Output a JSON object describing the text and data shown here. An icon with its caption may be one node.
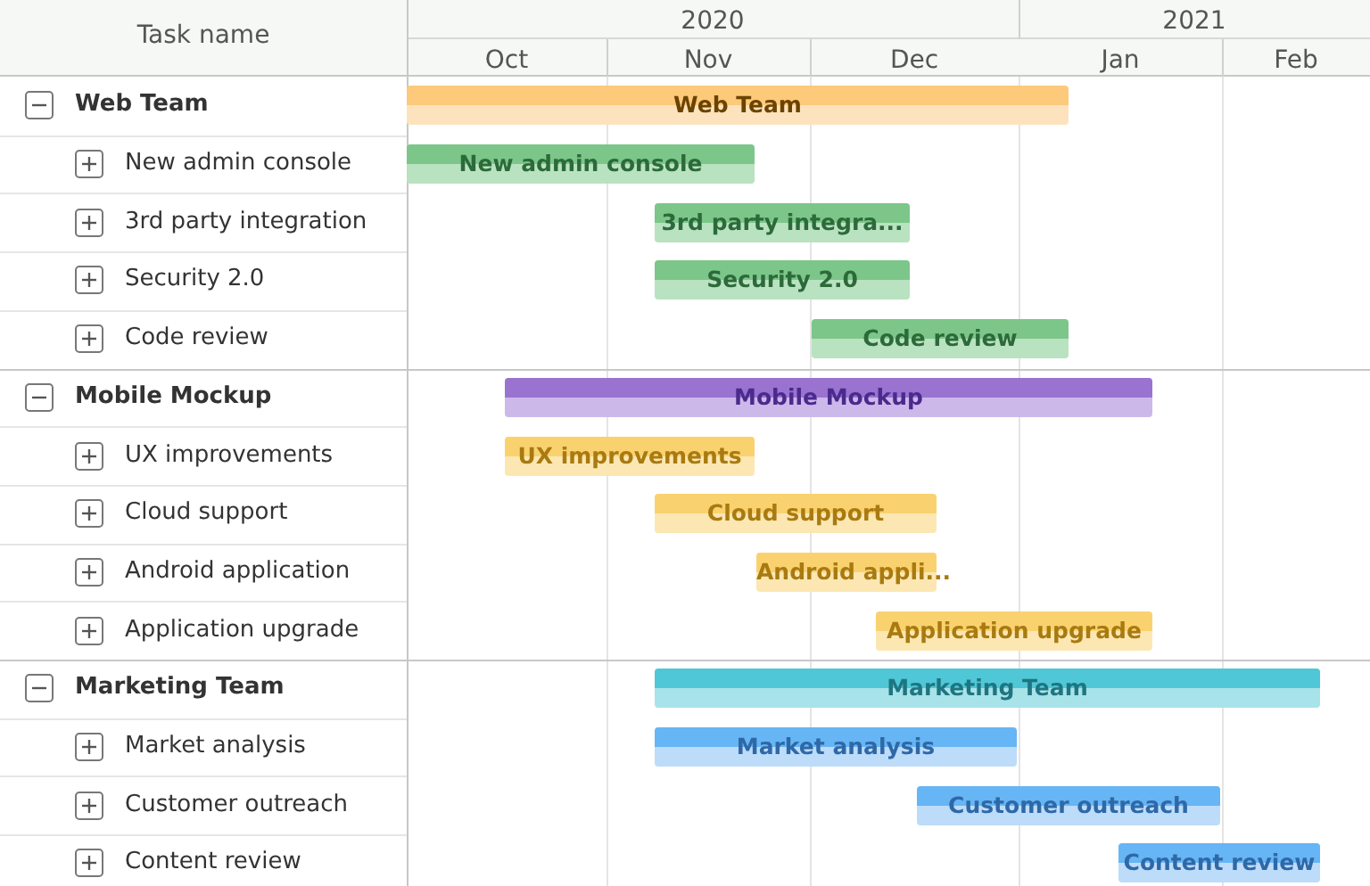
{
  "diagram": {
    "nodes": [
      {
        "text": [
          "Web Team"
        ]
      },
      {
        "text": [
          "New admin console"
        ]
      },
      {
        "text": [
          "3rd party integra..."
        ]
      },
      {
        "text": [
          "Security 2.0"
        ]
      },
      {
        "text": [
          "Code review"
        ]
      },
      {
        "text": [
          "Mobile Mockup"
        ]
      },
      {
        "text": [
          "UX improvements"
        ]
      },
      {
        "text": [
          "Cloud support"
        ]
      },
      {
        "text": [
          "Android appli..."
        ]
      },
      {
        "text": [
          "Application upgrade"
        ]
      },
      {
        "text": [
          "Marketing Team"
        ]
      },
      {
        "text": [
          "Market analysis"
        ]
      },
      {
        "text": [
          "Customer outreach"
        ]
      },
      {
        "text": [
          "Content review"
        ]
      }
    ],
    "labels": [
      "Task name",
      "2020",
      "2021",
      "Oct",
      "Nov",
      "Dec",
      "Jan",
      "Feb",
      "Web Team",
      "New admin console",
      "3rd party integration",
      "Security 2.0",
      "Code review",
      "Mobile Mockup",
      "UX improvements",
      "Cloud support",
      "Android application",
      "Application upgrade",
      "Marketing Team",
      "Market analysis",
      "Customer outreach",
      "Content review"
    ]
  }
}
